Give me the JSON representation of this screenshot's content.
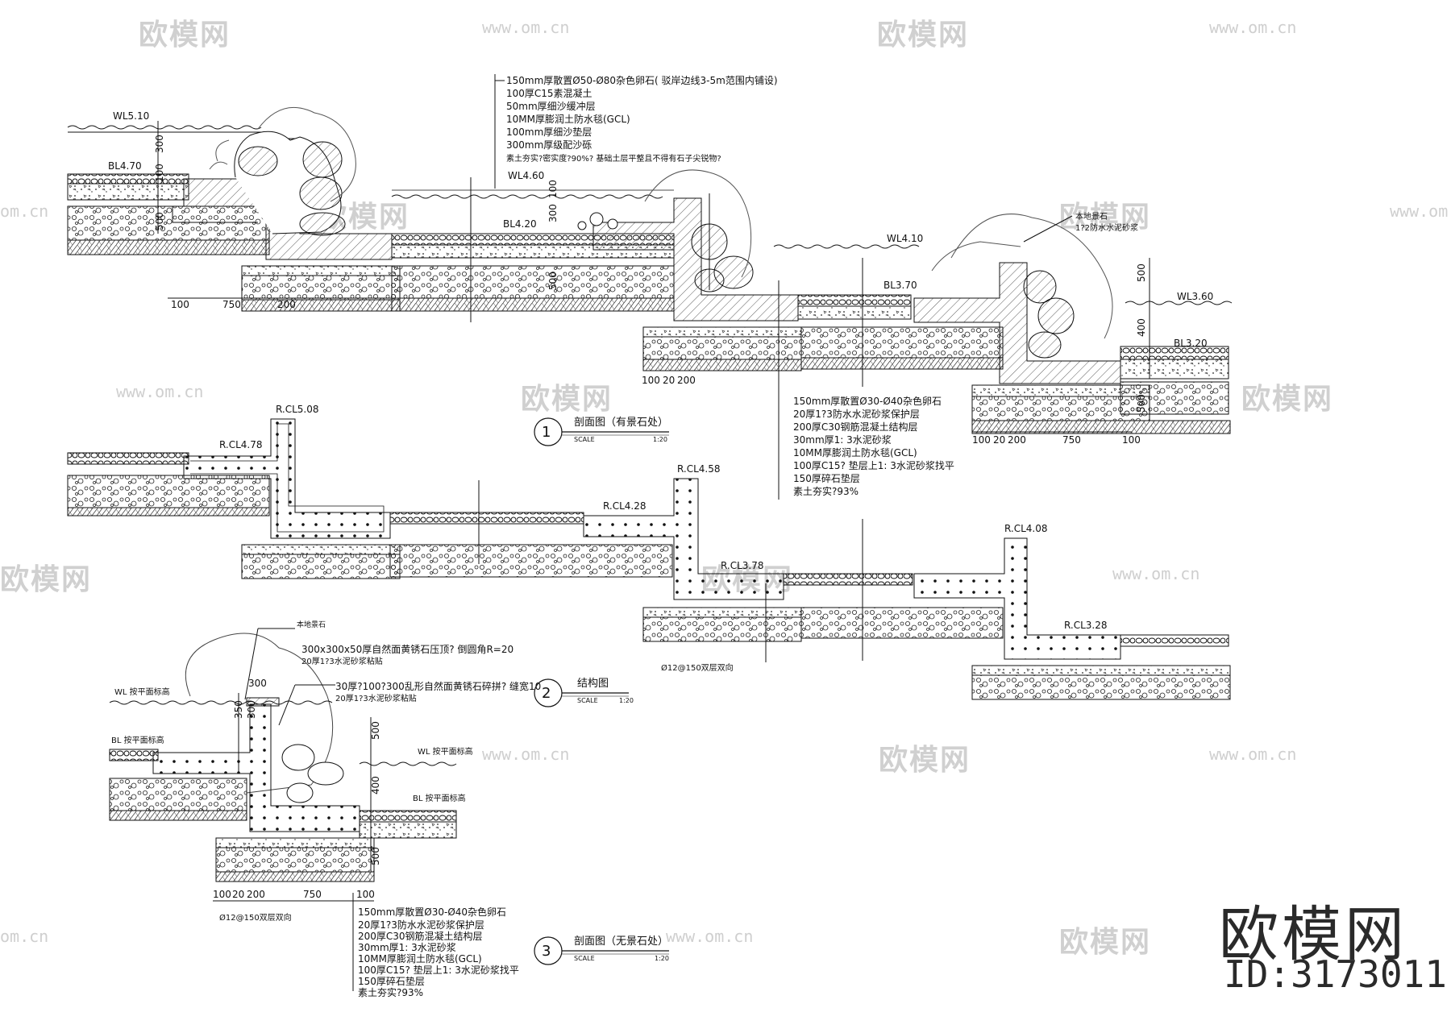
{
  "watermark": {
    "brand": "欧模网",
    "url": "www.om.cn",
    "url_short": "om.cn",
    "id_label": "ID:3173011"
  },
  "section1": {
    "title_num": "1",
    "title": "剖面图（有景石处）",
    "scale_label": "SCALE",
    "scale_value": "1:20",
    "levels": [
      "WL5.10",
      "BL4.70",
      "WL4.60",
      "BL4.20",
      "WL4.10",
      "BL3.70",
      "WL3.60",
      "BL3.20"
    ],
    "dims_left": [
      "100",
      "750",
      "200"
    ],
    "dims_right_a": [
      "100",
      "20",
      "200"
    ],
    "dims_right_b": [
      "100",
      "20",
      "200",
      "750",
      "100"
    ],
    "vdims": [
      "300",
      "100",
      "500",
      "300",
      "100",
      "500",
      "500",
      "400",
      "500"
    ],
    "notes_top": [
      "150mm厚散置Ø50-Ø80杂色卵石( 驳岸边线3-5m范围内铺设)",
      "100厚C15素混凝土",
      "50mm厚细沙缓冲层",
      "10MM厚膨润土防水毯(GCL)",
      "100mm厚细沙垫层",
      "300mm厚级配沙砾",
      "素土夯实?密实度?90%? 基础土层平整且不得有石子尖锐物?"
    ],
    "notes_bottom": [
      "150mm厚散置Ø30-Ø40杂色卵石",
      "20厚1?3防水水泥砂浆保护层",
      "200厚C30钢筋混凝土结构层",
      "30mm厚1: 3水泥砂浆",
      "10MM厚膨润土防水毯(GCL)",
      "100厚C15? 垫层上1: 3水泥砂浆找平",
      "150厚碎石垫层",
      "素土夯实?93%"
    ],
    "stone_callouts": [
      "本地景石",
      "1?2防水水泥砂浆"
    ]
  },
  "section2": {
    "title_num": "2",
    "title": "结构图",
    "scale_label": "SCALE",
    "scale_value": "1:20",
    "levels": [
      "R.CL5.08",
      "R.CL4.78",
      "R.CL4.58",
      "R.CL4.28",
      "R.CL4.08",
      "R.CL3.78",
      "R.CL3.28"
    ],
    "rebar": "Ø12@150双层双向"
  },
  "section3": {
    "title_num": "3",
    "title": "剖面图（无景石处）",
    "scale_label": "SCALE",
    "scale_value": "1:20",
    "levels": [
      "WL 按平面标高",
      "BL 按平面标高",
      "WL 按平面标高",
      "BL 按平面标高"
    ],
    "callouts": [
      "本地景石",
      "300x300x50厚自然面黄锈石压顶? 倒圆角R=20",
      "20厚1?3水泥砂浆粘贴",
      "30厚?100?300乱形自然面黄锈石碎拼? 缝宽10",
      "20厚1?3水泥砂浆粘贴"
    ],
    "dims": [
      "100",
      "20",
      "200",
      "750",
      "100"
    ],
    "top_dim": "300",
    "vdims": [
      "350",
      "300",
      "500",
      "400",
      "500"
    ],
    "rebar": "Ø12@150双层双向",
    "notes": [
      "150mm厚散置Ø30-Ø40杂色卵石",
      "20厚1?3防水水泥砂浆保护层",
      "200厚C30钢筋混凝土结构层",
      "30mm厚1: 3水泥砂浆",
      "10MM厚膨润土防水毯(GCL)",
      "100厚C15? 垫层上1: 3水泥砂浆找平",
      "150厚碎石垫层",
      "素土夯实?93%"
    ]
  }
}
